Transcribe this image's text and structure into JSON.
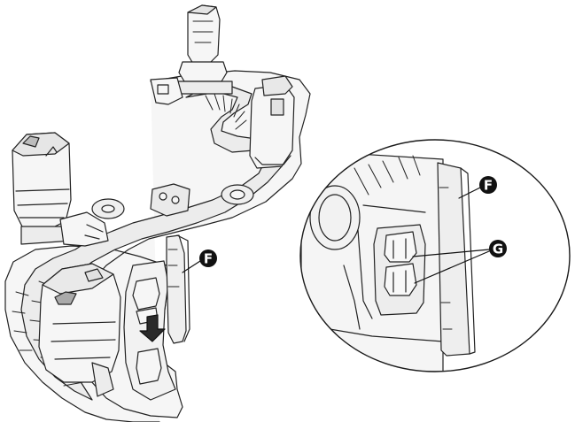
{
  "callouts": {
    "f_main": "F",
    "f_detail": "F",
    "g_detail": "G"
  },
  "colors": {
    "line": "#222222",
    "part_fill": "#f6f6f6",
    "shadow_fill": "#dcdcdc",
    "callout_fill": "#111111"
  }
}
